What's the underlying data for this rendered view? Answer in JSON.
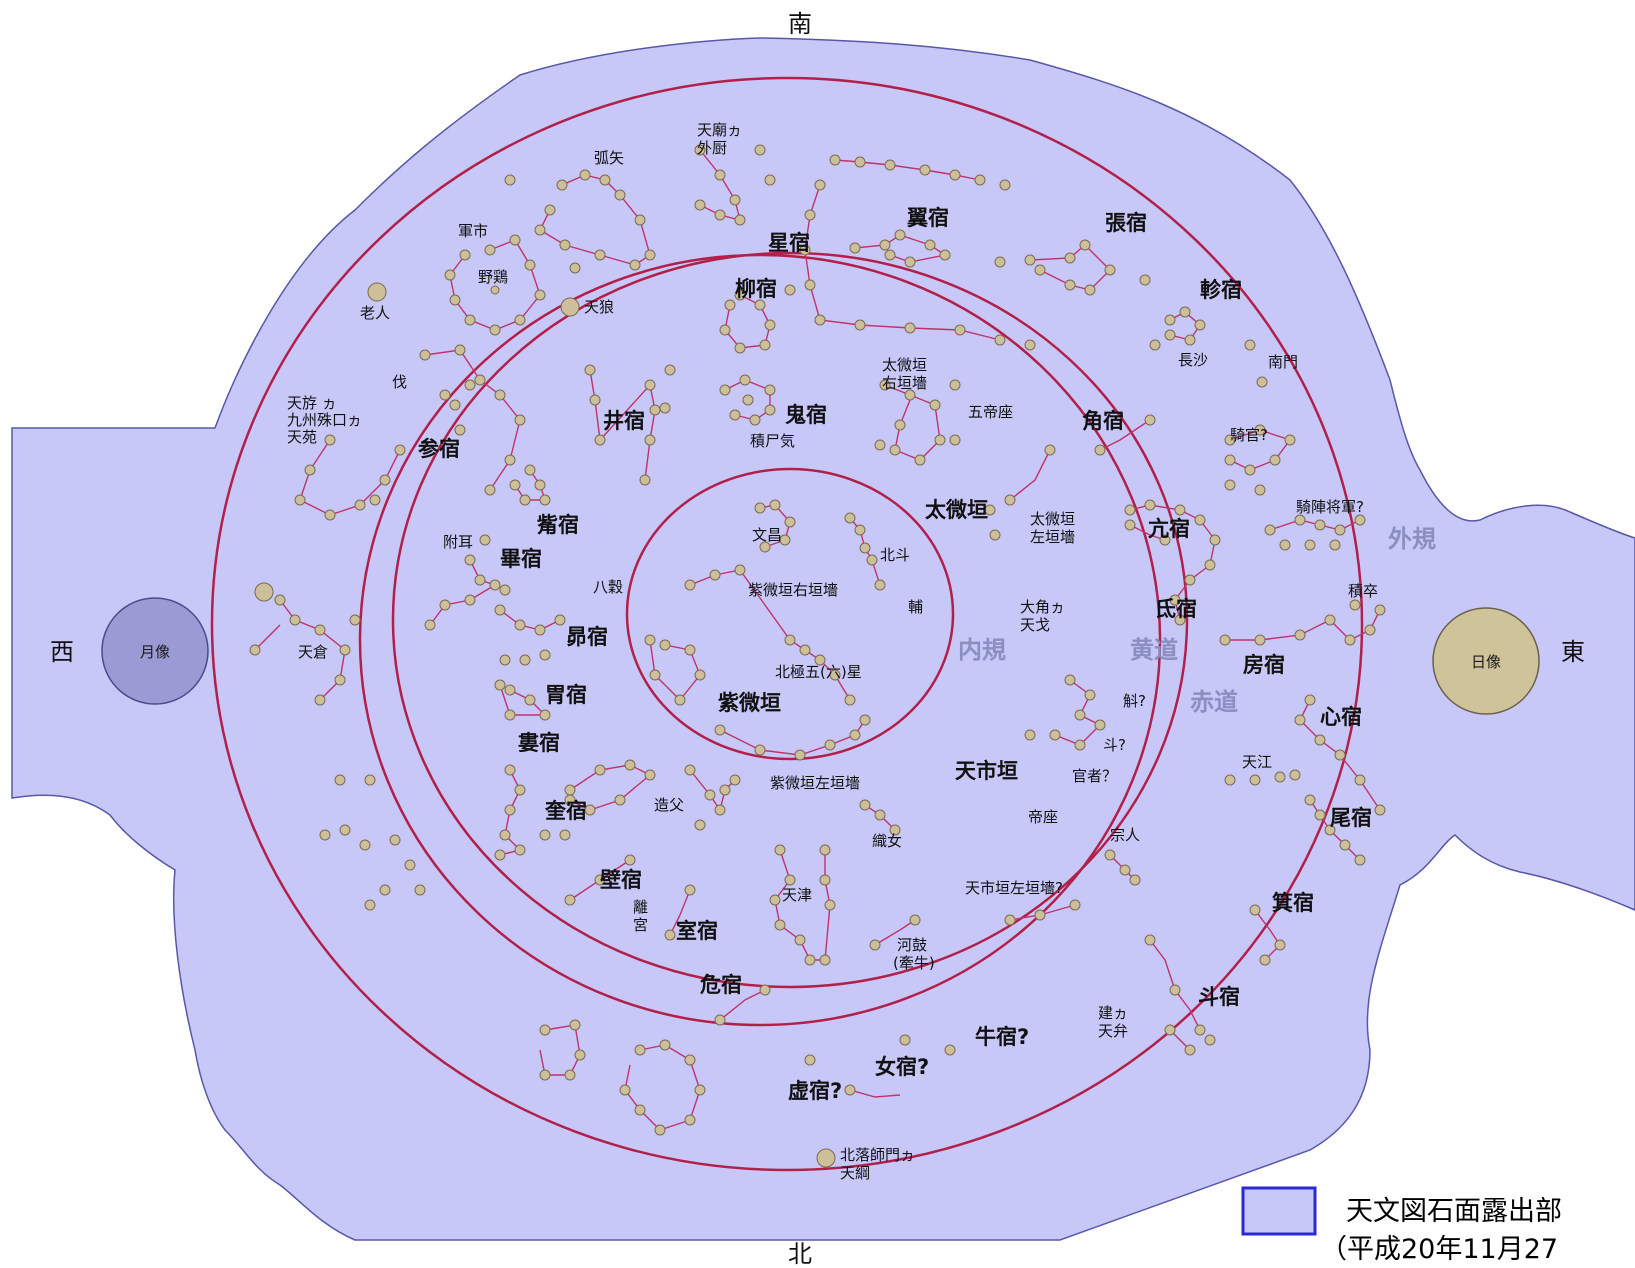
{
  "directions": {
    "south": "南",
    "north": "北",
    "west": "西",
    "east": "東"
  },
  "discs": {
    "moon": "月像",
    "sun": "日像"
  },
  "rings": {
    "outer": "外規",
    "equator": "赤道",
    "ecliptic": "黄道",
    "inner": "内規"
  },
  "legend": {
    "line1": "天文図石面露出部",
    "line2": "（平成20年11月27"
  },
  "colors": {
    "surface": "#c8c8f8",
    "ring": "#b0204a",
    "star": "#cdbf9a",
    "line": "#c0336a",
    "legend_border": "#2a2ad0"
  },
  "labels": {
    "hokuto": "北斗",
    "bunsho": "文昌",
    "hachikoku": "八穀",
    "shibi_right": "紫微垣右垣墻",
    "ho": "輔",
    "hokkyoku": "北極五(六)星",
    "shibi": "紫微垣",
    "shibi_left": "紫微垣左垣墻",
    "tenmyo": "天廟ヵ",
    "gaichu": "外厨",
    "koshi": "弧矢",
    "gunshi": "軍市",
    "yakei": "野鶏",
    "rojin": "老人",
    "tenro": "天狼",
    "seishuku": "星宿",
    "ryushuku": "柳宿",
    "yokushuku": "翼宿",
    "choshuku": "張宿",
    "shinshuku_tail": "軫宿",
    "chosa": "長沙",
    "nanmon": "南門",
    "taibi_right1": "太微垣",
    "taibi_right2": "右垣墻",
    "gotei": "五帝座",
    "kishuku": "鬼宿",
    "sekishiki": "積尸気",
    "seishuku_well": "井宿",
    "kakushuku": "角宿",
    "kikan": "騎官?",
    "batsu": "伐",
    "tenyu": "天斿 ヵ",
    "kyushu": "九州殊口ヵ",
    "tenen": "天苑",
    "shinshuku": "参宿",
    "shishuku": "觜宿",
    "fuji": "附耳",
    "hisshuku": "畢宿",
    "taibi": "太微垣",
    "taibi_left1": "太微垣",
    "taibi_left2": "左垣墻",
    "koshuku": "亢宿",
    "kijin": "騎陣将軍?",
    "taikaku": "大角ヵ",
    "tenbo": "天戈",
    "teishuku": "氐宿",
    "sekisotsu": "積卒",
    "boshuku": "房宿",
    "bosu": "昴宿",
    "tenso": "天倉",
    "ishuku": "胃宿",
    "roshuku": "婁宿",
    "koku": "斛?",
    "to": "斗?",
    "kansha": "官者？",
    "tenshi": "天市垣",
    "teiza": "帝座",
    "shushin": "心宿",
    "tenko": "天江",
    "bishuku": "尾宿",
    "keishuku": "奎宿",
    "zofu": "造父",
    "shokujo": "織女",
    "sojin": "宗人",
    "heki": "壁宿",
    "tenshin": "天津",
    "tenshi_left": "天市垣左垣墻?",
    "kishuku_winnow": "箕宿",
    "ri1": "離",
    "ri2": "宮",
    "shitsu": "室宿",
    "kako": "河鼓",
    "kengyu": "(牽牛)",
    "kishuku_danger": "危宿",
    "kenka": "建ヵ",
    "tenben": "天弁",
    "toshuku": "斗宿",
    "gyushuku": "牛宿?",
    "joshuku": "女宿?",
    "kyoshuku": "虚宿?",
    "hokuraku": "北落師門ヵ",
    "tenko2": "天綱"
  }
}
